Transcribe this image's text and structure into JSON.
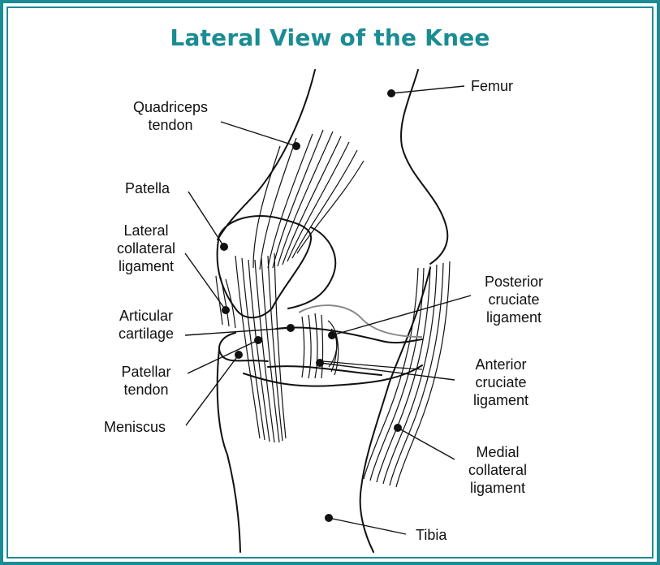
{
  "title": "Lateral View of the Knee",
  "labels": {
    "femur": "Femur",
    "quad_1": "Quadriceps",
    "quad_2": "tendon",
    "patella": "Patella",
    "lcl_1": "Lateral",
    "lcl_2": "collateral",
    "lcl_3": "ligament",
    "art_1": "Articular",
    "art_2": "cartilage",
    "pt_1": "Patellar",
    "pt_2": "tendon",
    "meniscus": "Meniscus",
    "pcl_1": "Posterior",
    "pcl_2": "cruciate",
    "pcl_3": "ligament",
    "acl_1": "Anterior",
    "acl_2": "cruciate",
    "acl_3": "ligament",
    "mcl_1": "Medial",
    "mcl_2": "collateral",
    "mcl_3": "ligament",
    "tibia": "Tibia"
  },
  "colors": {
    "accent": "#1a8c93",
    "line": "#111111"
  }
}
